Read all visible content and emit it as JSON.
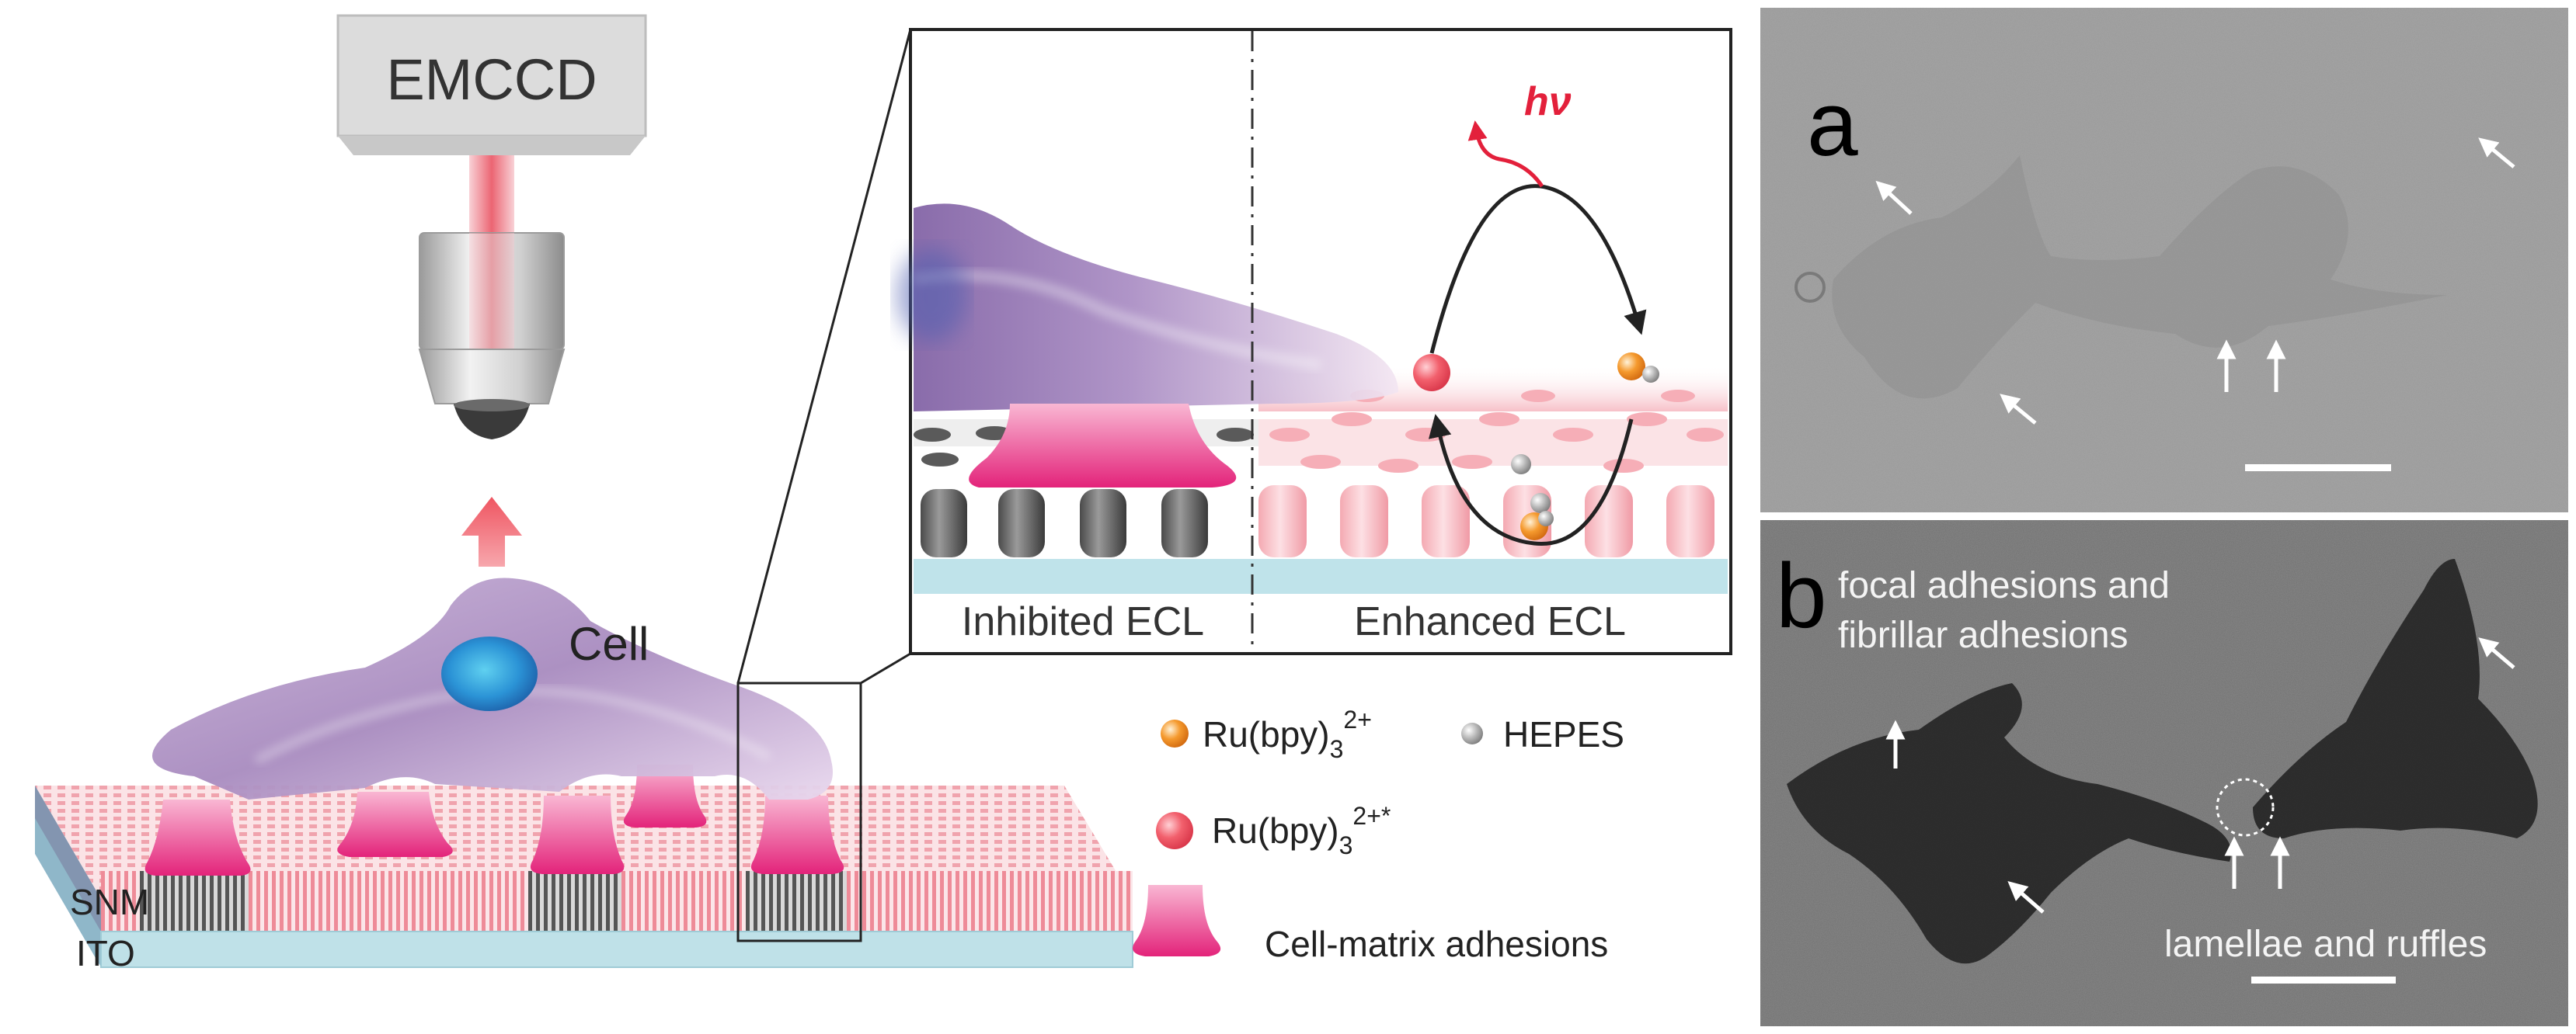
{
  "schematic": {
    "camera": "EMCCD",
    "cell": "Cell",
    "layers": {
      "snm": "SNM",
      "ito": "ITO"
    }
  },
  "inset": {
    "left_label": "Inhibited ECL",
    "right_label": "Enhanced ECL",
    "photon": "hν"
  },
  "legend": {
    "ru": {
      "prefix": "Ru(bpy)",
      "sub": "3",
      "sup": "2+"
    },
    "hepes": "HEPES",
    "ru_excited": {
      "prefix": "Ru(bpy)",
      "sub": "3",
      "sup": "2+*"
    },
    "adhesion": "Cell-matrix adhesions"
  },
  "panel_a": {
    "letter": "a"
  },
  "panel_b": {
    "letter": "b",
    "caption_line1": "focal adhesions and",
    "caption_line2": "fibrillar adhesions",
    "caption_bottom": "lamellae and ruffles"
  },
  "colors": {
    "ru_orange": "#f08a24",
    "ru_excited": "#ef4f5f",
    "hepes_grey": "#a9a9a9",
    "adhesion_pink": "#e8287a",
    "cell_purple": "#9d7fb5",
    "nucleus_blue": "#2d8bd0",
    "photon_red": "#e3203b"
  }
}
